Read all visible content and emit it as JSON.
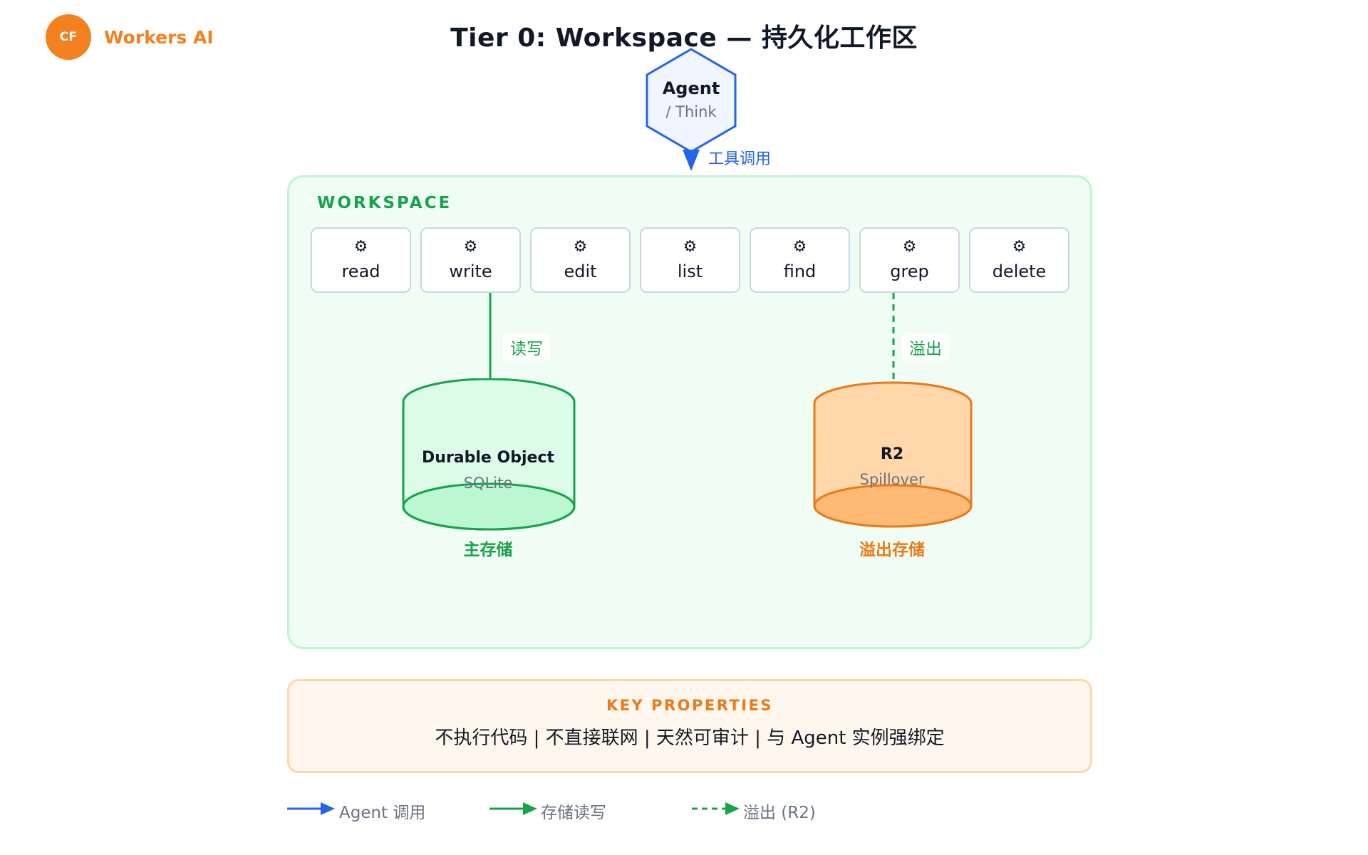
{
  "brand": {
    "logo_text": "CF",
    "name": "Workers AI"
  },
  "title": "Tier 0: Workspace — 持久化工作区",
  "agent": {
    "name": "Agent",
    "sub": "/ Think",
    "call_label": "工具调用"
  },
  "workspace": {
    "label": "WORKSPACE",
    "tool_icon": "⚙",
    "tools": [
      {
        "label": "read"
      },
      {
        "label": "write"
      },
      {
        "label": "edit"
      },
      {
        "label": "list"
      },
      {
        "label": "find"
      },
      {
        "label": "grep"
      },
      {
        "label": "delete"
      }
    ],
    "rw_label": "读写",
    "spill_label": "溢出",
    "primary": {
      "title": "Durable Object",
      "sub": "SQLite",
      "caption": "主存储"
    },
    "spillover": {
      "title": "R2",
      "sub": "Spillover",
      "caption": "溢出存储"
    }
  },
  "key_properties": {
    "title": "KEY PROPERTIES",
    "text": "不执行代码 | 不直接联网 | 天然可审计 | 与 Agent 实例强绑定"
  },
  "legend": [
    {
      "label": "Agent 调用",
      "color": "#2563eb",
      "style": "solid"
    },
    {
      "label": "存储读写",
      "color": "#16a34a",
      "style": "solid"
    },
    {
      "label": "溢出 (R2)",
      "color": "#16a34a",
      "style": "dashed"
    }
  ],
  "colors": {
    "brand_orange": "#f48120",
    "agent_blue": "#2563eb",
    "workspace_green": "#16a34a",
    "spill_orange": "#ea7a1a"
  }
}
